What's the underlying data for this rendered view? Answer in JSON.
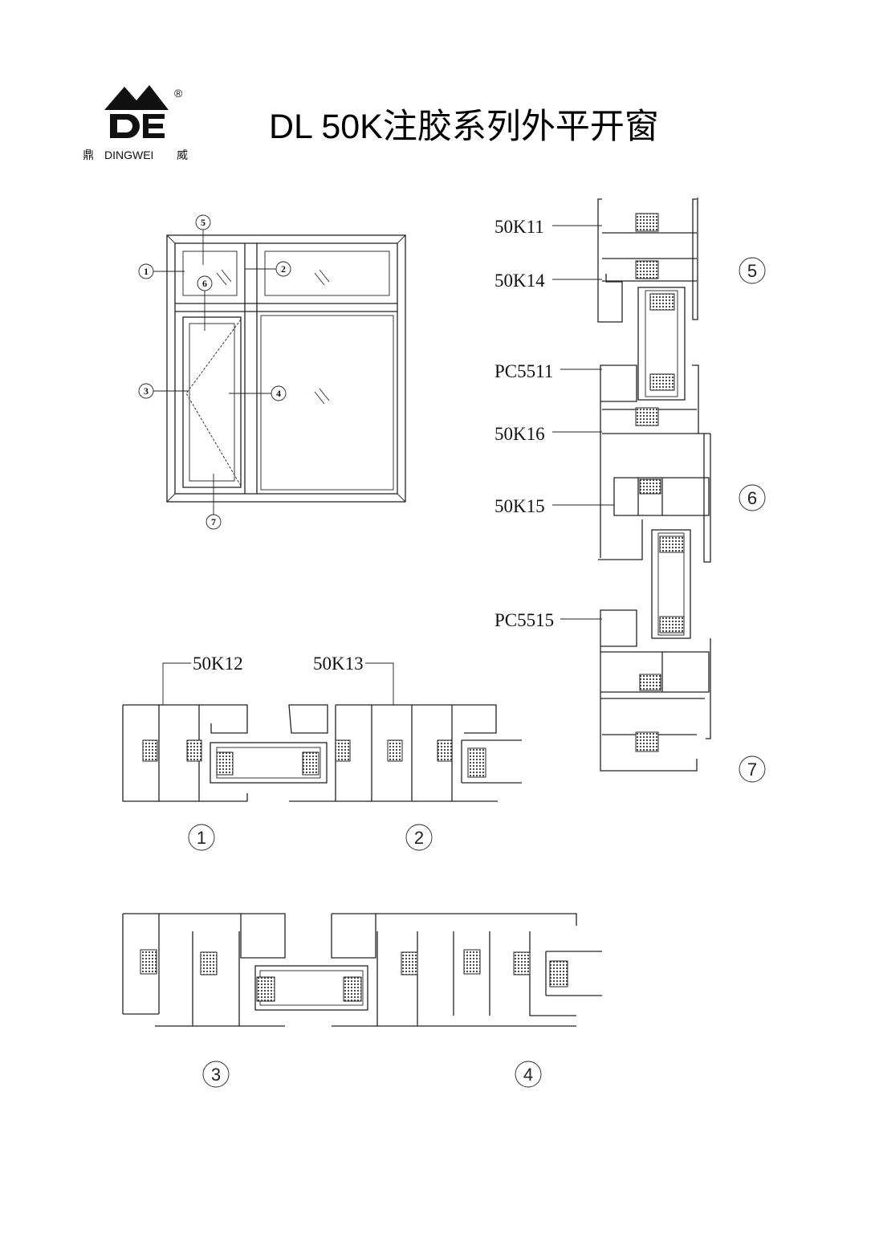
{
  "header": {
    "title": "DL 50K注胶系列外平开窗",
    "logo": {
      "letters": "DE",
      "left_char": "鼎",
      "brand": "DINGWEI",
      "right_char": "威",
      "registered": "®"
    }
  },
  "elevation": {
    "callouts": [
      "1",
      "2",
      "3",
      "4",
      "5",
      "6",
      "7"
    ]
  },
  "vertical_section": {
    "labels": [
      "50K11",
      "50K14",
      "PC5511",
      "50K16",
      "50K15",
      "PC5515"
    ],
    "section_marks": [
      "5",
      "6",
      "7"
    ]
  },
  "horizontal_sections": {
    "labels": [
      "50K12",
      "50K13"
    ],
    "section_marks": [
      "1",
      "2",
      "3",
      "4"
    ]
  }
}
